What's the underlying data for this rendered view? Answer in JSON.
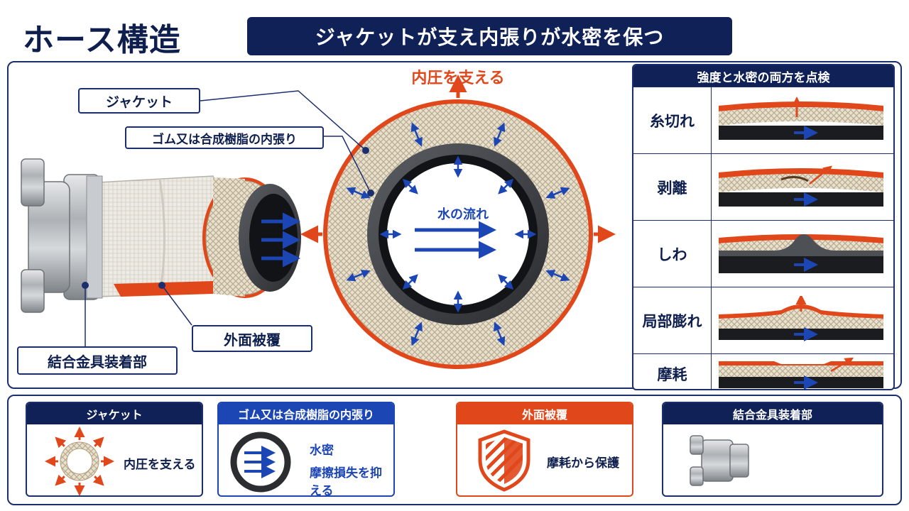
{
  "title": "ホース構造",
  "subtitle": "ジャケットが支え内張りが水密を保つ",
  "diagram": {
    "pressure_label": "内圧を支える",
    "flow_label": "水の流れ",
    "labels": {
      "jacket": "ジャケット",
      "lining": "ゴム又は合成樹脂の内張り",
      "cover": "外面被覆",
      "coupling": "結合金具装着部"
    }
  },
  "inspection": {
    "title": "強度と水密の両方を点検",
    "items": [
      {
        "name": "糸切れ"
      },
      {
        "name": "剥離"
      },
      {
        "name": "しわ"
      },
      {
        "name": "局部膨れ"
      },
      {
        "name": "摩耗"
      }
    ]
  },
  "cards": [
    {
      "title": "ジャケット",
      "lines": [
        "内圧を支える"
      ]
    },
    {
      "title": "ゴム又は合成樹脂の内張り",
      "lines": [
        "水密",
        "摩擦損失を抑える"
      ]
    },
    {
      "title": "外面被覆",
      "lines": [
        "摩耗から保護"
      ]
    },
    {
      "title": "結合金具装着部",
      "lines": []
    }
  ],
  "colors": {
    "navy": "#0f2157",
    "blue": "#1b46b4",
    "orange": "#e0471b"
  }
}
